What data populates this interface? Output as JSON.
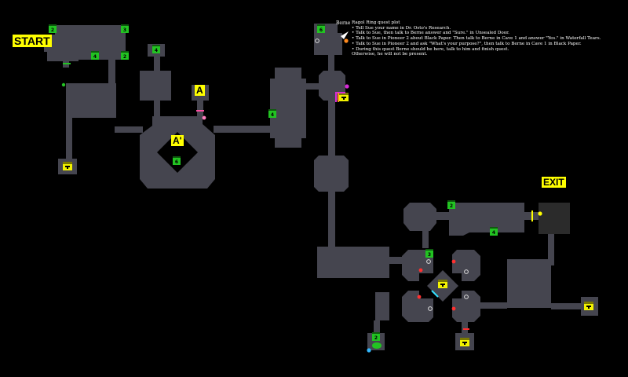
{
  "labels": {
    "start": "START",
    "exit": "EXIT",
    "area_a": "A",
    "area_a_prime": "A'"
  },
  "npc": {
    "name": "Berne"
  },
  "quest": {
    "title": "Ragol Ring quest plot",
    "steps": [
      "• Tell Sue your name in Dr. Osto's Research.",
      "• Talk to Sue, then talk to Berne answer and \"Sure.\" in Unsealed Door.",
      "• Talk to Sue in Pioneer 2 about Black Paper. Then talk to Berne in Cave 1 and answer \"Yes.\" in Waterfall Tears.",
      "• Talk to Sue in Pioneer 2 and ask \"What's your purpose?\", then talk to Berne in Cave 1 in Black Paper.",
      "• During this quest Berne should be here, talk to him and finish quest.",
      "Otherwise, he will not be present."
    ]
  },
  "colors": {
    "background": "#000000",
    "floor": "#45454f",
    "dark_floor": "#2b2b2b",
    "enemy_box": "#22c322",
    "item_box": "#f2f200",
    "label_bg": "#ffff00"
  },
  "spawns": [
    {
      "icon": "enemy-spawn-icon",
      "count": "2"
    },
    {
      "icon": "enemy-spawn-icon",
      "count": "3"
    },
    {
      "icon": "enemy-spawn-icon",
      "count": "4"
    },
    {
      "icon": "enemy-spawn-icon",
      "count": "2"
    },
    {
      "icon": "enemy-spawn-icon",
      "count": "4"
    },
    {
      "icon": "enemy-spawn-icon",
      "count": "4"
    },
    {
      "icon": "enemy-spawn-icon",
      "count": "6"
    },
    {
      "icon": "enemy-spawn-icon",
      "count": "6"
    },
    {
      "icon": "enemy-spawn-icon",
      "count": "2"
    },
    {
      "icon": "enemy-spawn-icon",
      "count": "4"
    },
    {
      "icon": "enemy-spawn-icon",
      "count": "3"
    },
    {
      "icon": "enemy-spawn-icon",
      "count": "2"
    }
  ]
}
